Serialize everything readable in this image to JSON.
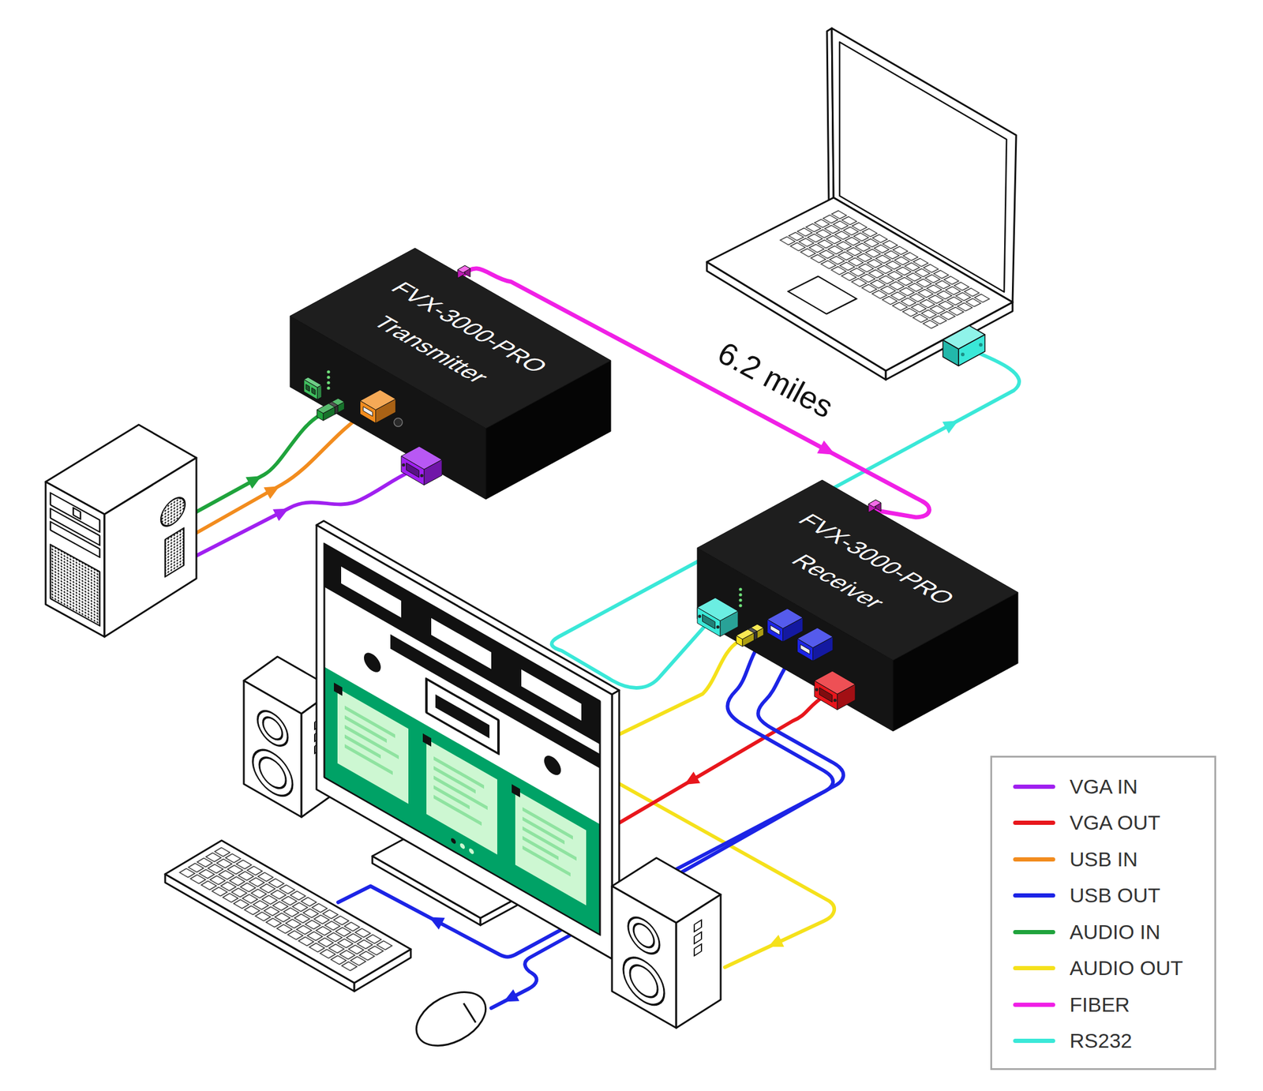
{
  "diagram": {
    "nodes": [
      {
        "text": [
          "FVX-3000-PRO",
          "Transmitter"
        ]
      },
      {
        "text": [
          "FVX-3000-PRO",
          "Receiver"
        ]
      }
    ],
    "edges": [
      {
        "from": 0,
        "to": 1,
        "arrow": "to",
        "label": "6.2 miles"
      }
    ],
    "legend": [
      {
        "text": "VGA IN",
        "color": "#a020f0"
      },
      {
        "text": "VGA OUT",
        "color": "#e8161c"
      },
      {
        "text": "USB IN",
        "color": "#f28c1e"
      },
      {
        "text": "USB OUT",
        "color": "#1c24e6"
      },
      {
        "text": "AUDIO IN",
        "color": "#1fa33c"
      },
      {
        "text": "AUDIO OUT",
        "color": "#f5e11b"
      },
      {
        "text": "FIBER",
        "color": "#f020e6"
      },
      {
        "text": "RS232",
        "color": "#3ae8d8"
      }
    ]
  }
}
